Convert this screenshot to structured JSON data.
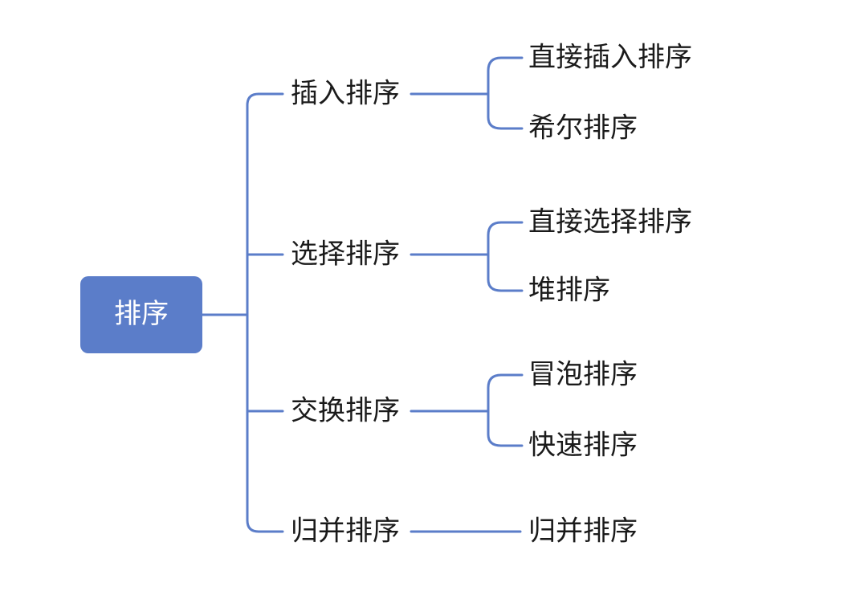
{
  "colors": {
    "accent": "#5b7dc9",
    "text": "#1a1a1a",
    "bg": "#ffffff",
    "root_text": "#ffffff"
  },
  "tree": {
    "root": {
      "label": "排序"
    },
    "branches": [
      {
        "label": "插入排序",
        "children": [
          {
            "label": "直接插入排序"
          },
          {
            "label": "希尔排序"
          }
        ]
      },
      {
        "label": "选择排序",
        "children": [
          {
            "label": "直接选择排序"
          },
          {
            "label": "堆排序"
          }
        ]
      },
      {
        "label": "交换排序",
        "children": [
          {
            "label": "冒泡排序"
          },
          {
            "label": "快速排序"
          }
        ]
      },
      {
        "label": "归并排序",
        "children": [
          {
            "label": "归并排序"
          }
        ]
      }
    ]
  }
}
